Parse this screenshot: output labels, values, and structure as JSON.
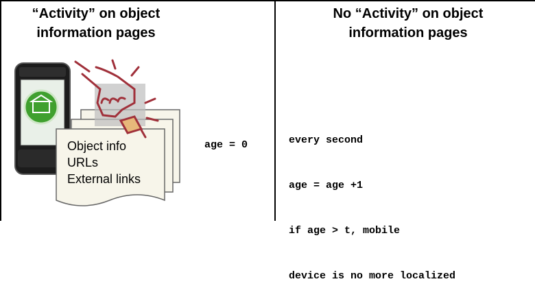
{
  "left": {
    "heading_line1": "“Activity” on object",
    "heading_line2": "information pages",
    "page_lines": [
      "Object info",
      "URLs",
      "External links"
    ],
    "age_label": "age = 0"
  },
  "right": {
    "heading_line1": "No “Activity” on object",
    "heading_line2": "information pages",
    "code_lines": [
      "every second",
      "age = age +1",
      "if age > t, mobile",
      "device is no more localized"
    ]
  },
  "colors": {
    "pointer_hand": "#a0303a",
    "pages_fill": "#f7f5ea",
    "phone_body": "#1c1c1c",
    "app_icon": "#3fa02e"
  }
}
